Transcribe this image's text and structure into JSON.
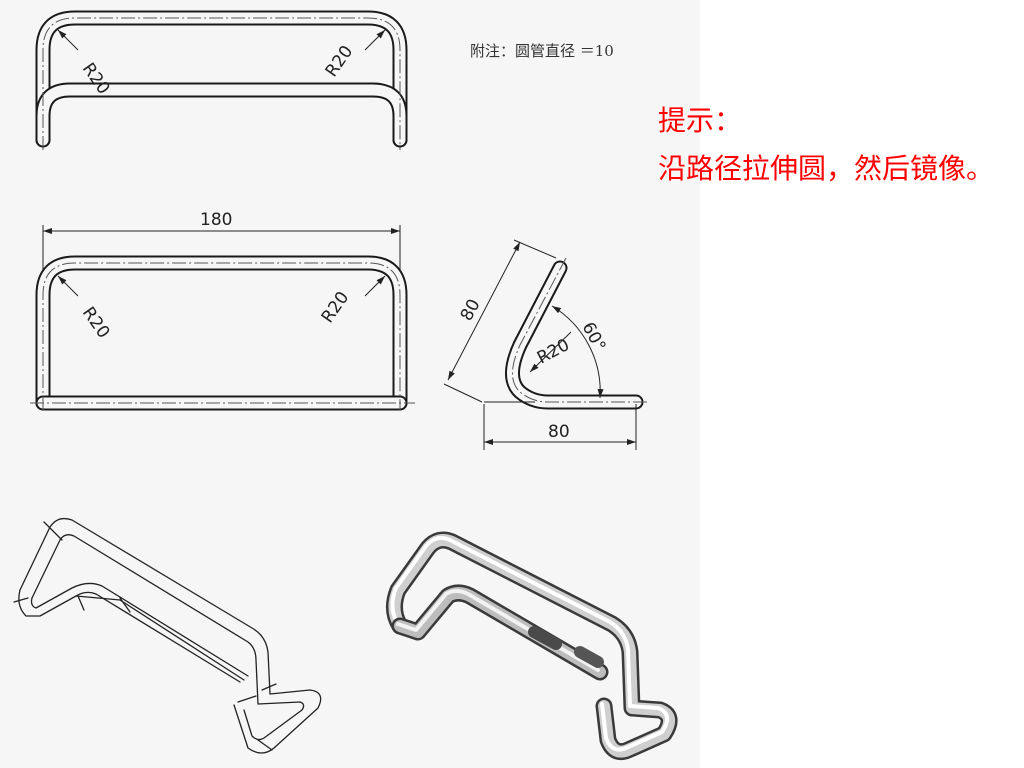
{
  "note": "附注：圆管直径 ＝10",
  "hint": {
    "title": "提示：",
    "body": "沿路径拉伸圆，然后镜像。"
  },
  "dimensions": {
    "width_overall": "180",
    "bend_radius": "R20",
    "side_leg_length": "80",
    "side_base_length": "80",
    "side_angle": "60°"
  }
}
